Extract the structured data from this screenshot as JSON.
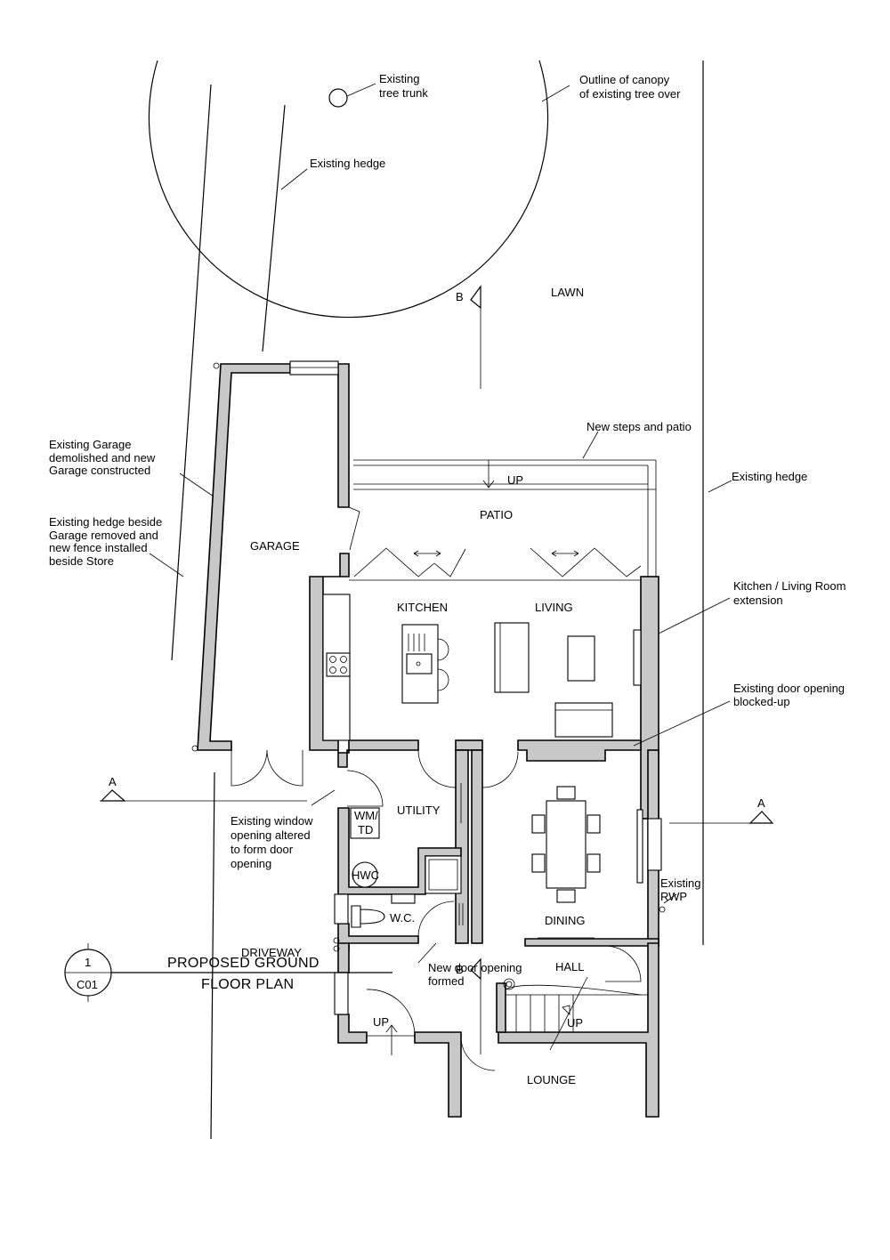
{
  "notes": {
    "tree_trunk": [
      "Existing",
      "tree trunk"
    ],
    "canopy": [
      "Outline of canopy",
      "of existing tree over"
    ],
    "hedge_top": "Existing hedge",
    "hedge_right": "Existing hedge",
    "garage_demolished": [
      "Existing Garage",
      "demolished and new",
      "Garage constructed"
    ],
    "hedge_removed": [
      "Existing hedge beside",
      "Garage removed and",
      "new fence installed",
      "beside Store"
    ],
    "steps_patio": "New steps and patio",
    "extension": [
      "Kitchen / Living Room",
      "extension"
    ],
    "door_blocked": [
      "Existing door opening",
      "blocked-up"
    ],
    "window_altered": [
      "Existing window",
      "opening altered",
      "to form door",
      "opening"
    ],
    "rwp": [
      "Existing",
      "RWP"
    ],
    "new_door": [
      "New door opening",
      "formed"
    ]
  },
  "rooms": {
    "lawn": "LAWN",
    "patio": "PATIO",
    "garage": "GARAGE",
    "kitchen": "KITCHEN",
    "living": "LIVING",
    "utility": "UTILITY",
    "wmtd": [
      "WM/",
      "TD"
    ],
    "hwc": "HWC",
    "wc": "W.C.",
    "dining": "DINING",
    "hall": "HALL",
    "driveway": "DRIVEWAY",
    "lounge": "LOUNGE"
  },
  "markers": {
    "up_patio": "UP",
    "up_porch": "UP",
    "up_stairs": "UP",
    "section_a": "A",
    "section_b": "B"
  },
  "title_block": {
    "drawing_number": "1",
    "sheet": "C01",
    "title_line1": "PROPOSED GROUND",
    "title_line2": "FLOOR PLAN"
  }
}
